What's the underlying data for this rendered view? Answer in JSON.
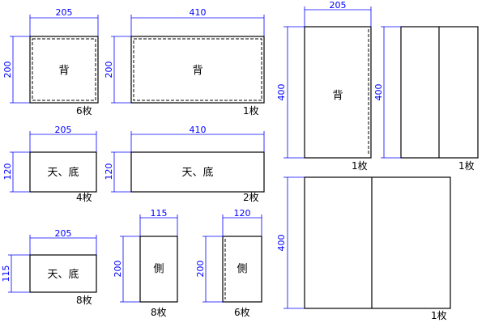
{
  "colors": {
    "dimension": "#0000ff",
    "outline": "#000000",
    "background": "#ffffff"
  },
  "parts": {
    "back_small": {
      "width": "205",
      "height": "200",
      "label": "背",
      "count": "6枚"
    },
    "back_wide": {
      "width": "410",
      "height": "200",
      "label": "背",
      "count": "1枚"
    },
    "back_tall": {
      "width": "205",
      "height": "400",
      "label": "背",
      "count": "1枚"
    },
    "back_tall_split": {
      "height": "400",
      "count": "1枚"
    },
    "top_bottom_a": {
      "width": "205",
      "height": "120",
      "label": "天、底",
      "count": "4枚"
    },
    "top_bottom_b": {
      "width": "410",
      "height": "120",
      "label": "天、底",
      "count": "2枚"
    },
    "top_bottom_c": {
      "width": "205",
      "height": "115",
      "label": "天、底",
      "count": "8枚"
    },
    "side_a": {
      "width": "115",
      "height": "200",
      "label": "側",
      "count": "8枚"
    },
    "side_b": {
      "width": "120",
      "height": "200",
      "label": "側",
      "count": "6枚"
    },
    "large_panel": {
      "height": "400",
      "count": "1枚"
    }
  }
}
